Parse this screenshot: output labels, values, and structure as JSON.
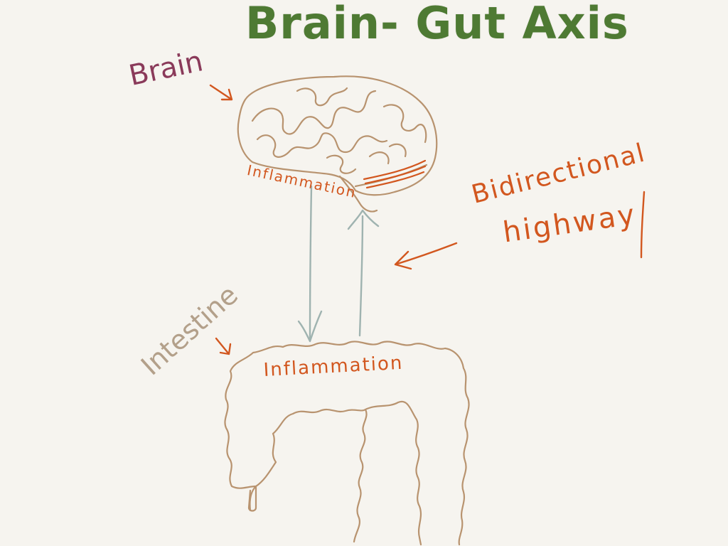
{
  "title": "Brain- Gut Axis",
  "labels": {
    "brain": "Brain",
    "intestine": "Intestine",
    "brain_inflammation": "Inflammation",
    "gut_inflammation": "Inflammation",
    "highway_line1": "Bidirectional",
    "highway_line2": "highway"
  },
  "colors": {
    "background": "#f6f4ef",
    "title": "#4e7a33",
    "brain_label": "#8a3a5a",
    "intestine_label": "#b3a08a",
    "organ_outline": "#b8936f",
    "annotation": "#d2571f",
    "arrows": "#9fb3b0"
  }
}
